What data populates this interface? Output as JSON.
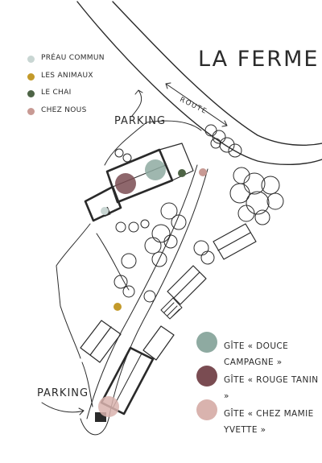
{
  "title": "LA FERME",
  "legend_top": [
    {
      "label": "PRÉAU COMMUN",
      "color": "#c9d6d3",
      "icon": "dot"
    },
    {
      "label": "LES ANIMAUX",
      "color": "#c39a2a",
      "icon": "dot"
    },
    {
      "label": "LE CHAI",
      "color": "#4e6446",
      "icon": "dot"
    },
    {
      "label": "CHEZ NOUS",
      "color": "#c89a94",
      "icon": "dot"
    }
  ],
  "legend_bottom": [
    {
      "label": "GÎTE « DOUCE CAMPAGNE »",
      "color": "#8eaaa1",
      "icon": "dot"
    },
    {
      "label": "GÎTE « ROUGE TANIN »",
      "color": "#7a4c52",
      "icon": "dot"
    },
    {
      "label": "GÎTE « CHEZ MAMIE YVETTE »",
      "color": "#d9b3ae",
      "icon": "dot"
    }
  ],
  "labels": {
    "parking_top": "PARKING",
    "parking_bottom": "PARKING",
    "route": "ROUTE"
  }
}
